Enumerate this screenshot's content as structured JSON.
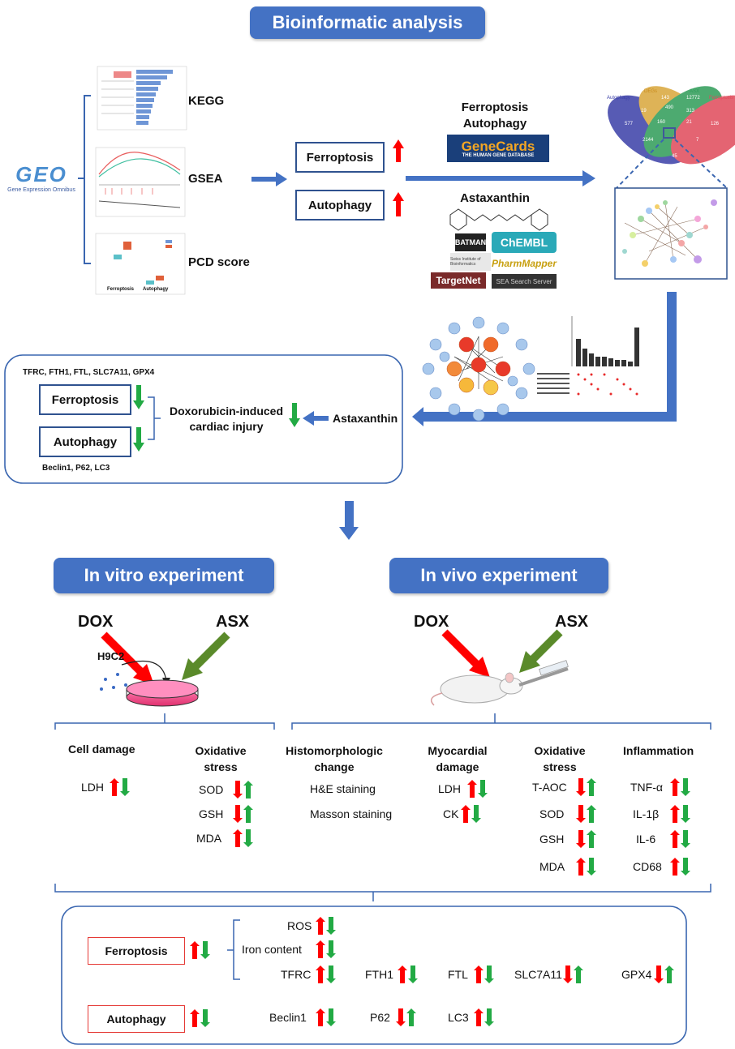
{
  "header": {
    "title": "Bioinformatic analysis"
  },
  "geo": {
    "logo_text": "GEO",
    "logo_subtitle": "Gene Expression Omnibus"
  },
  "analyses": {
    "kegg": "KEGG",
    "gsea": "GSEA",
    "pcd": "PCD score"
  },
  "pcd_plot": {
    "x_labels": [
      "Ferroptosis",
      "Autophagy"
    ]
  },
  "pathways": {
    "ferroptosis": "Ferroptosis",
    "autophagy": "Autophagy"
  },
  "databases": {
    "heading1": "Ferroptosis",
    "heading2": "Autophagy",
    "genecards": "GeneCards",
    "genecards_sub": "THE HUMAN GENE DATABASE",
    "astaxanthin": "Astaxanthin",
    "batman": "BATMAN",
    "chembl": "ChEMBL",
    "sib": "Swiss Institute of Bioinformatics",
    "pharmmapper": "PharmMapper",
    "targetnet": "TargetNet",
    "sea": "SEA Search Server"
  },
  "venn": {
    "sets": [
      "Autophagy",
      "DEGs",
      "ASX",
      "Ferroptosis"
    ],
    "counts": [
      "577",
      "143",
      "12772",
      "126",
      "19",
      "490",
      "313",
      "160",
      "21",
      "2144",
      "7",
      "45"
    ]
  },
  "summary": {
    "genes_top": "TFRC, FTH1, FTL, SLC7A11, GPX4",
    "ferroptosis": "Ferroptosis",
    "autophagy": "Autophagy",
    "genes_bottom": "Beclin1, P62, LC3",
    "injury": "Doxorubicin-induced cardiac injury",
    "astaxanthin": "Astaxanthin"
  },
  "invitro": {
    "title": "In vitro experiment",
    "dox": "DOX",
    "asx": "ASX",
    "cell": "H9C2",
    "cell_damage": "Cell damage",
    "oxidative": "Oxidative stress",
    "ldh": "LDH",
    "sod": "SOD",
    "gsh": "GSH",
    "mda": "MDA"
  },
  "invivo": {
    "title": "In vivo experiment",
    "dox": "DOX",
    "asx": "ASX",
    "histo": "Histomorphologic change",
    "he": "H&E staining",
    "masson": "Masson staining",
    "myocardial": "Myocardial damage",
    "ldh": "LDH",
    "ck": "CK",
    "oxidative": "Oxidative stress",
    "taoc": "T-AOC",
    "sod": "SOD",
    "gsh": "GSH",
    "mda": "MDA",
    "inflammation": "Inflammation",
    "tnf": "TNF-α",
    "il1b": "IL-1β",
    "il6": "IL-6",
    "cd68": "CD68"
  },
  "bottom": {
    "ferroptosis": "Ferroptosis",
    "autophagy": "Autophagy",
    "ros": "ROS",
    "iron": "Iron content",
    "tfrc": "TFRC",
    "fth1": "FTH1",
    "ftl": "FTL",
    "slc7a11": "SLC7A11",
    "gpx4": "GPX4",
    "beclin1": "Beclin1",
    "p62": "P62",
    "lc3": "LC3"
  },
  "colors": {
    "banner": "#4472c4",
    "box_border": "#2f528f",
    "up": "#ff0000",
    "down": "#22aa44",
    "bracket": "#3a66b0"
  }
}
